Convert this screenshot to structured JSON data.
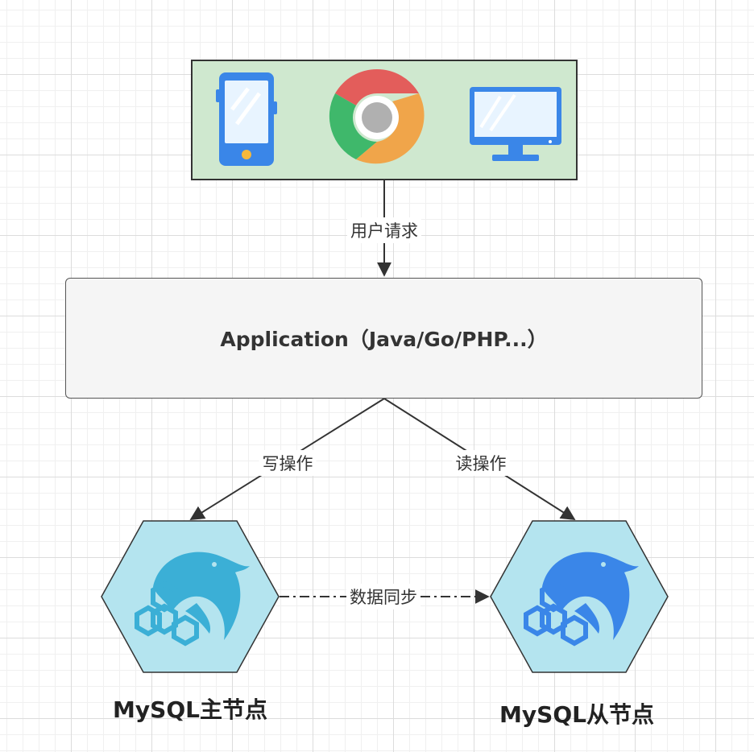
{
  "clients": {
    "icons": [
      "mobile-phone-icon",
      "chrome-browser-icon",
      "desktop-monitor-icon"
    ]
  },
  "application": {
    "label": "Application（Java/Go/PHP...）"
  },
  "edges": {
    "user_request": "用户请求",
    "write_op": "写操作",
    "read_op": "读操作",
    "data_sync": "数据同步"
  },
  "nodes": {
    "master": {
      "label": "MySQL主节点",
      "icon": "mysql-dolphin-icon",
      "accent": "#3bafd6"
    },
    "slave": {
      "label": "MySQL从节点",
      "icon": "mysql-dolphin-icon",
      "accent": "#3a86e8"
    }
  },
  "colors": {
    "client_fill": "#cfe8cf",
    "app_fill": "#f5f5f5",
    "hex_fill": "#b4e4ef"
  }
}
